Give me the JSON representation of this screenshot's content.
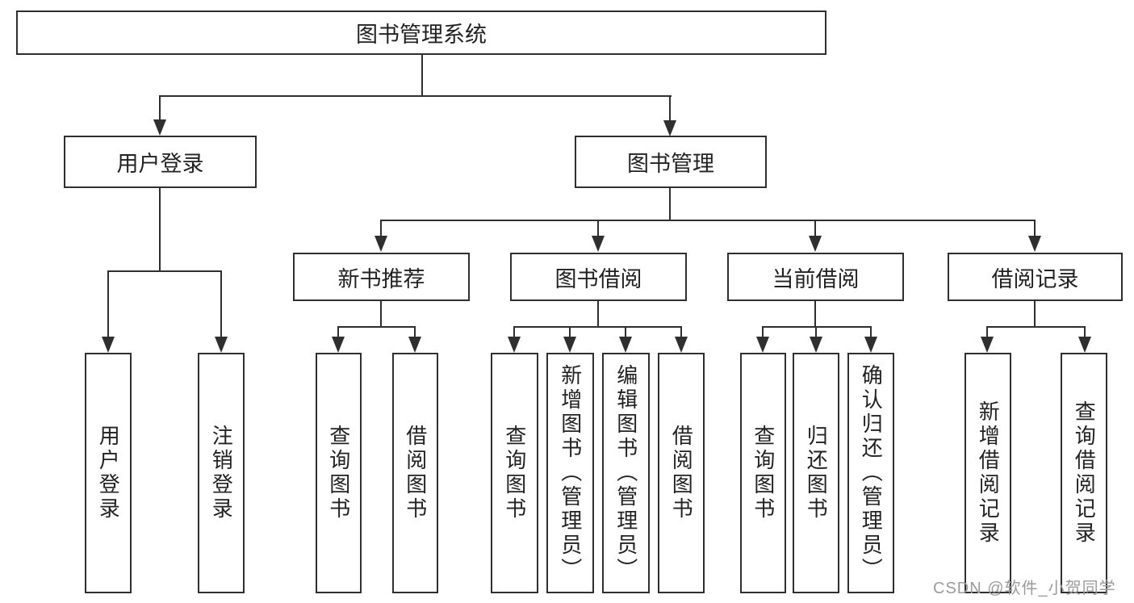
{
  "diagram": {
    "title_hint": "functional structure tree of a library system",
    "root": {
      "label": "图书管理系统"
    },
    "branches": [
      {
        "label": "用户登录",
        "children": [
          {
            "label": "用户登录"
          },
          {
            "label": "注销登录"
          }
        ]
      },
      {
        "label": "图书管理",
        "children": [
          {
            "label": "新书推荐",
            "children": [
              {
                "label": "查询图书"
              },
              {
                "label": "借阅图书"
              }
            ]
          },
          {
            "label": "图书借阅",
            "children": [
              {
                "label": "查询图书"
              },
              {
                "label": "新增图书（管理员）"
              },
              {
                "label": "编辑图书（管理员）"
              },
              {
                "label": "借阅图书"
              }
            ]
          },
          {
            "label": "当前借阅",
            "children": [
              {
                "label": "查询图书"
              },
              {
                "label": "归还图书"
              },
              {
                "label": "确认归还（管理员）"
              }
            ]
          },
          {
            "label": "借阅记录",
            "children": [
              {
                "label": "新增借阅记录"
              },
              {
                "label": "查询借阅记录"
              }
            ]
          }
        ]
      }
    ],
    "watermark": "CSDN @软件_小贺同学",
    "colors": {
      "line": "#2f2f2f",
      "text": "#222222",
      "watermark": "#9b9b9b",
      "background": "#ffffff"
    }
  }
}
